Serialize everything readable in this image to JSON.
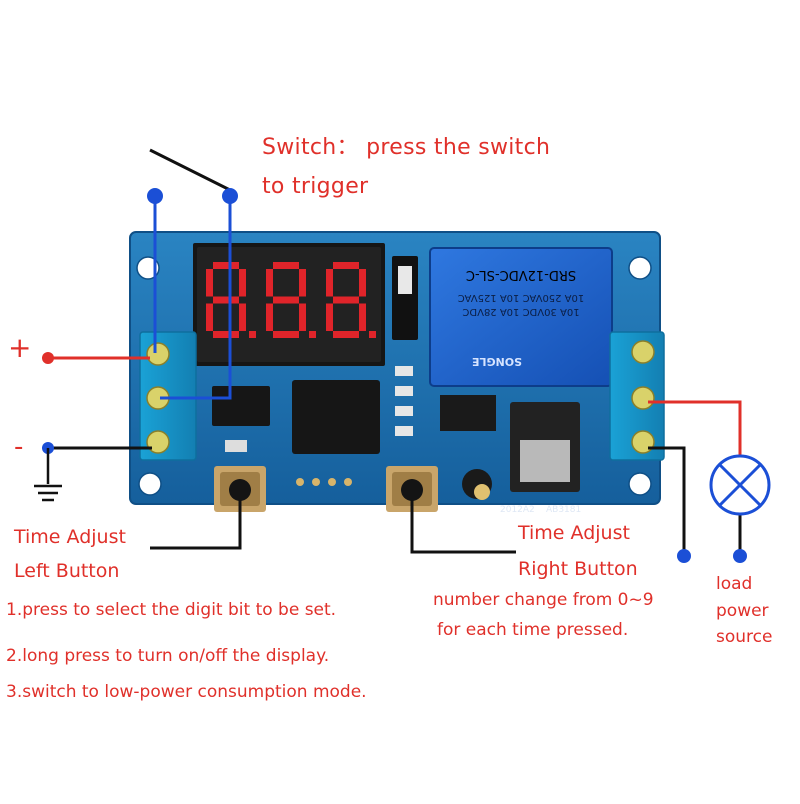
{
  "colors": {
    "pcb": "#1f74b4",
    "pcb_dark": "#0f4f86",
    "terminal": "#1c93c9",
    "relay": "#1a5fc8",
    "wire_blue": "#1b4fd6",
    "wire_red": "#e0302a",
    "display_red": "#e0242a"
  },
  "switch_label": {
    "line1": "Switch：  press the switch",
    "line2": "to trigger"
  },
  "power": {
    "plus": "+",
    "minus": "-"
  },
  "relay": {
    "model": "SRD-12VDC-SL-C",
    "rating1": "10A 250VAC  10A 125VAC",
    "rating2": "10A 30VDC  10A 28VDC",
    "brand": "SONGLE"
  },
  "pcb_text": {
    "code1": "2012A2",
    "code2": "AB3181"
  },
  "left_button": {
    "title1": "Time Adjust",
    "title2": "Left Button",
    "notes": [
      "1.press to select the digit bit to be set.",
      "2.long press to turn on/off the display.",
      "3.switch to low-power consumption mode."
    ]
  },
  "right_button": {
    "title1": "Time Adjust",
    "title2": "Right Button",
    "note1": "number change from 0~9",
    "note2": "for each time pressed."
  },
  "load": {
    "line1": "load",
    "line2": "power",
    "line3": "source"
  }
}
